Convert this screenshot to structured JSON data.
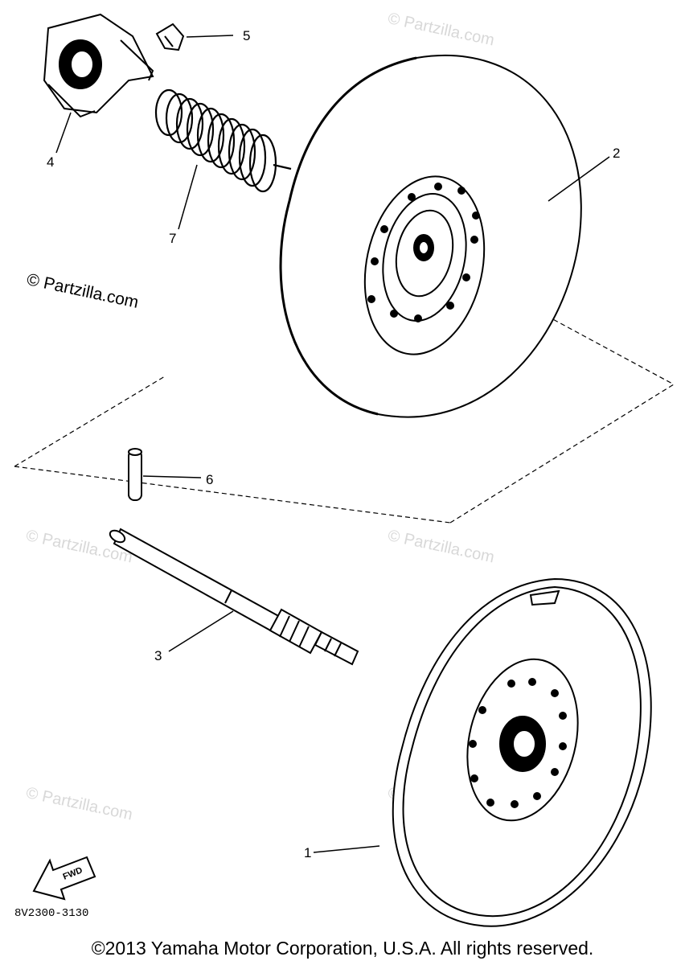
{
  "diagram": {
    "title": "",
    "callouts": [
      "1",
      "2",
      "3",
      "4",
      "5",
      "6",
      "7"
    ],
    "fwd_arrow_text": "FWD",
    "diagram_code": "8V2300-3130",
    "watermark": "© Partzilla.com",
    "copyright": "©2013 Yamaha Motor Corporation, U.S.A. All rights reserved."
  }
}
